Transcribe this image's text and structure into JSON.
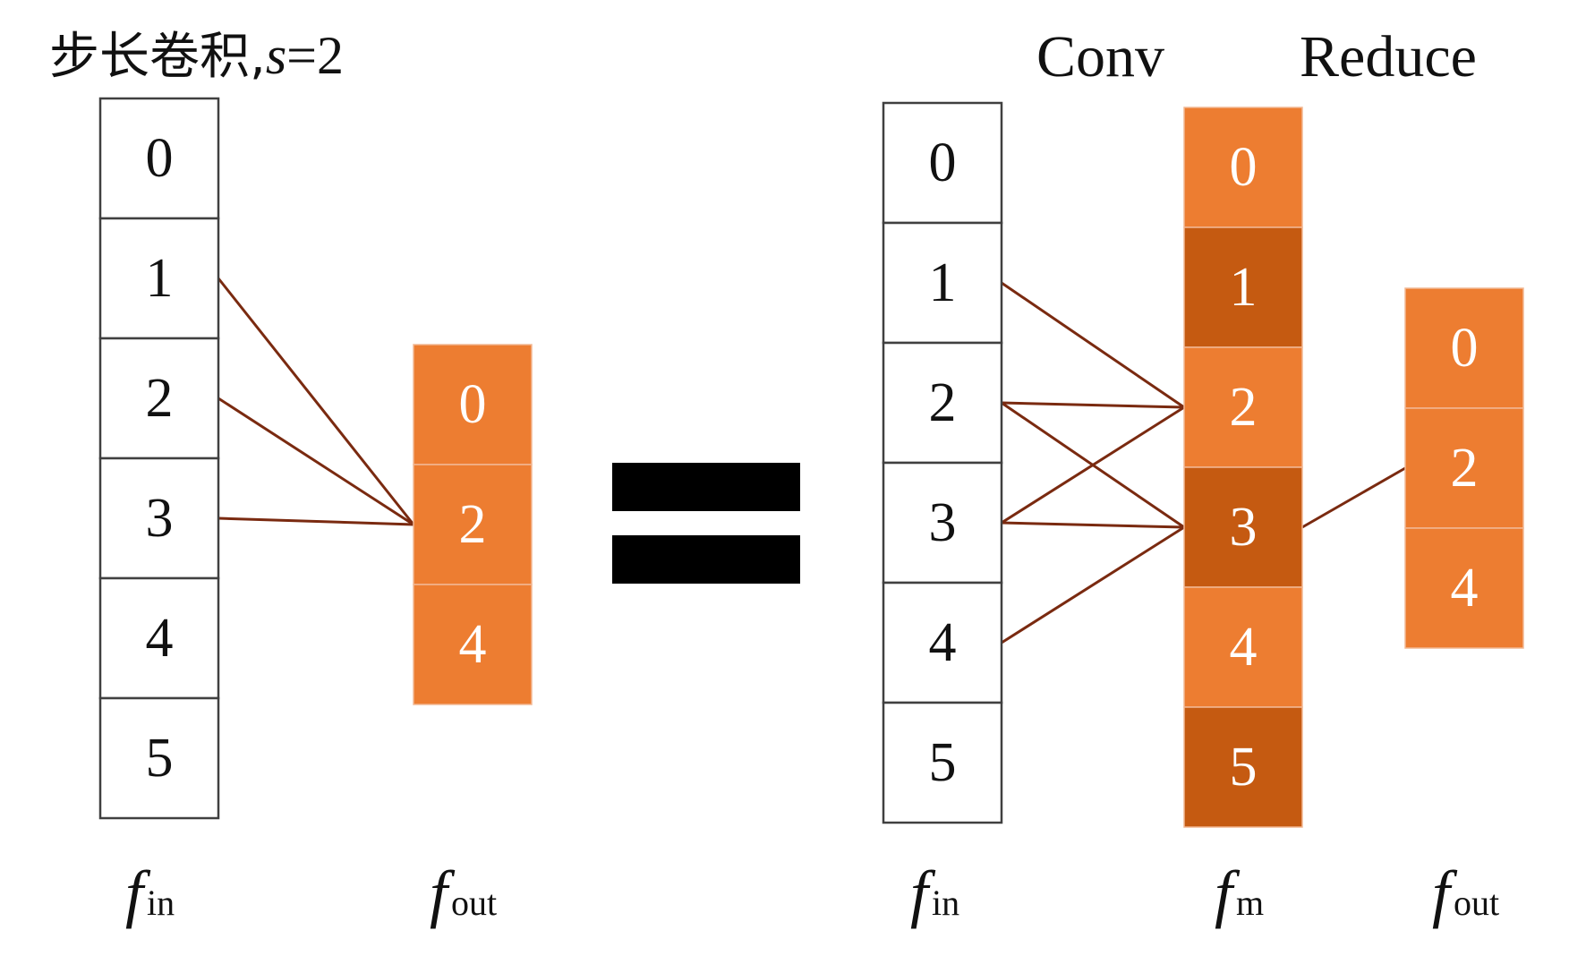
{
  "title": {
    "text": "步长卷积,",
    "var": "s",
    "eq": "=2"
  },
  "headers": {
    "conv": "Conv",
    "reduce": "Reduce"
  },
  "colors": {
    "orange": "#ED7D31",
    "dark_orange": "#C55A11",
    "line": "#7A2A10",
    "border": "#404040",
    "equals": "#000000"
  },
  "left": {
    "f_in": {
      "symbol": "f",
      "subscript": "in",
      "cells": [
        "0",
        "1",
        "2",
        "3",
        "4",
        "5"
      ]
    },
    "f_out": {
      "symbol": "f",
      "subscript": "out",
      "cells": [
        "0",
        "2",
        "4"
      ]
    },
    "connections": [
      {
        "from": "1",
        "to": "2"
      },
      {
        "from": "2",
        "to": "2"
      },
      {
        "from": "3",
        "to": "2"
      }
    ]
  },
  "right": {
    "f_in": {
      "symbol": "f",
      "subscript": "in",
      "cells": [
        "0",
        "1",
        "2",
        "3",
        "4",
        "5"
      ]
    },
    "f_m": {
      "symbol": "f",
      "subscript": "m",
      "cells": [
        {
          "label": "0",
          "shade": "light"
        },
        {
          "label": "1",
          "shade": "dark"
        },
        {
          "label": "2",
          "shade": "light"
        },
        {
          "label": "3",
          "shade": "dark"
        },
        {
          "label": "4",
          "shade": "light"
        },
        {
          "label": "5",
          "shade": "dark"
        }
      ]
    },
    "f_out": {
      "symbol": "f",
      "subscript": "out",
      "cells": [
        "0",
        "2",
        "4"
      ]
    },
    "conv_connections": [
      {
        "from": "1",
        "to": "2"
      },
      {
        "from": "2",
        "to": "2"
      },
      {
        "from": "3",
        "to": "2"
      },
      {
        "from": "2",
        "to": "3"
      },
      {
        "from": "3",
        "to": "3"
      },
      {
        "from": "4",
        "to": "3"
      }
    ],
    "reduce_connections": [
      {
        "from": "3",
        "to": "2"
      }
    ]
  }
}
